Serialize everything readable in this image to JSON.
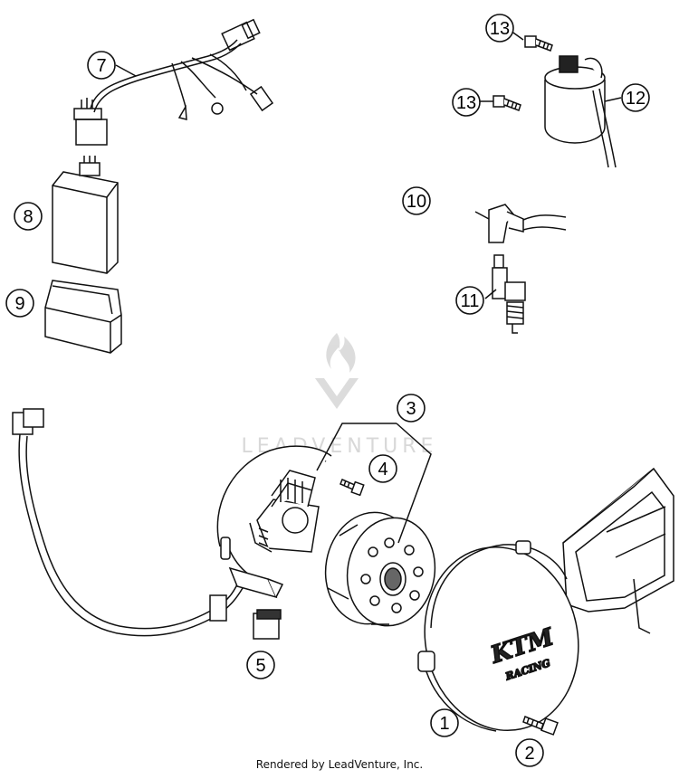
{
  "callouts": [
    {
      "label": "1",
      "part": "ignition-cover"
    },
    {
      "label": "2",
      "part": "cover-screw"
    },
    {
      "label": "3",
      "part": "ignition-kit"
    },
    {
      "label": "4",
      "part": "stator-screw"
    },
    {
      "label": "5",
      "part": "grommet-seal"
    },
    {
      "label": "7",
      "part": "wiring-harness"
    },
    {
      "label": "8",
      "part": "cdi-unit"
    },
    {
      "label": "9",
      "part": "cdi-holder"
    },
    {
      "label": "10",
      "part": "spark-plug-cap"
    },
    {
      "label": "11",
      "part": "spark-plug"
    },
    {
      "label": "12",
      "part": "ignition-coil"
    },
    {
      "label": "13",
      "part": "coil-screw"
    }
  ],
  "watermark": {
    "text": "LEADVENTURE"
  },
  "cover_logo": {
    "brand": "KTM",
    "sub": "RACING"
  },
  "footer": {
    "text": "Rendered by LeadVenture, Inc."
  },
  "colors": {
    "line": "#111111",
    "background": "#ffffff",
    "watermark": "#d4d4d4"
  }
}
